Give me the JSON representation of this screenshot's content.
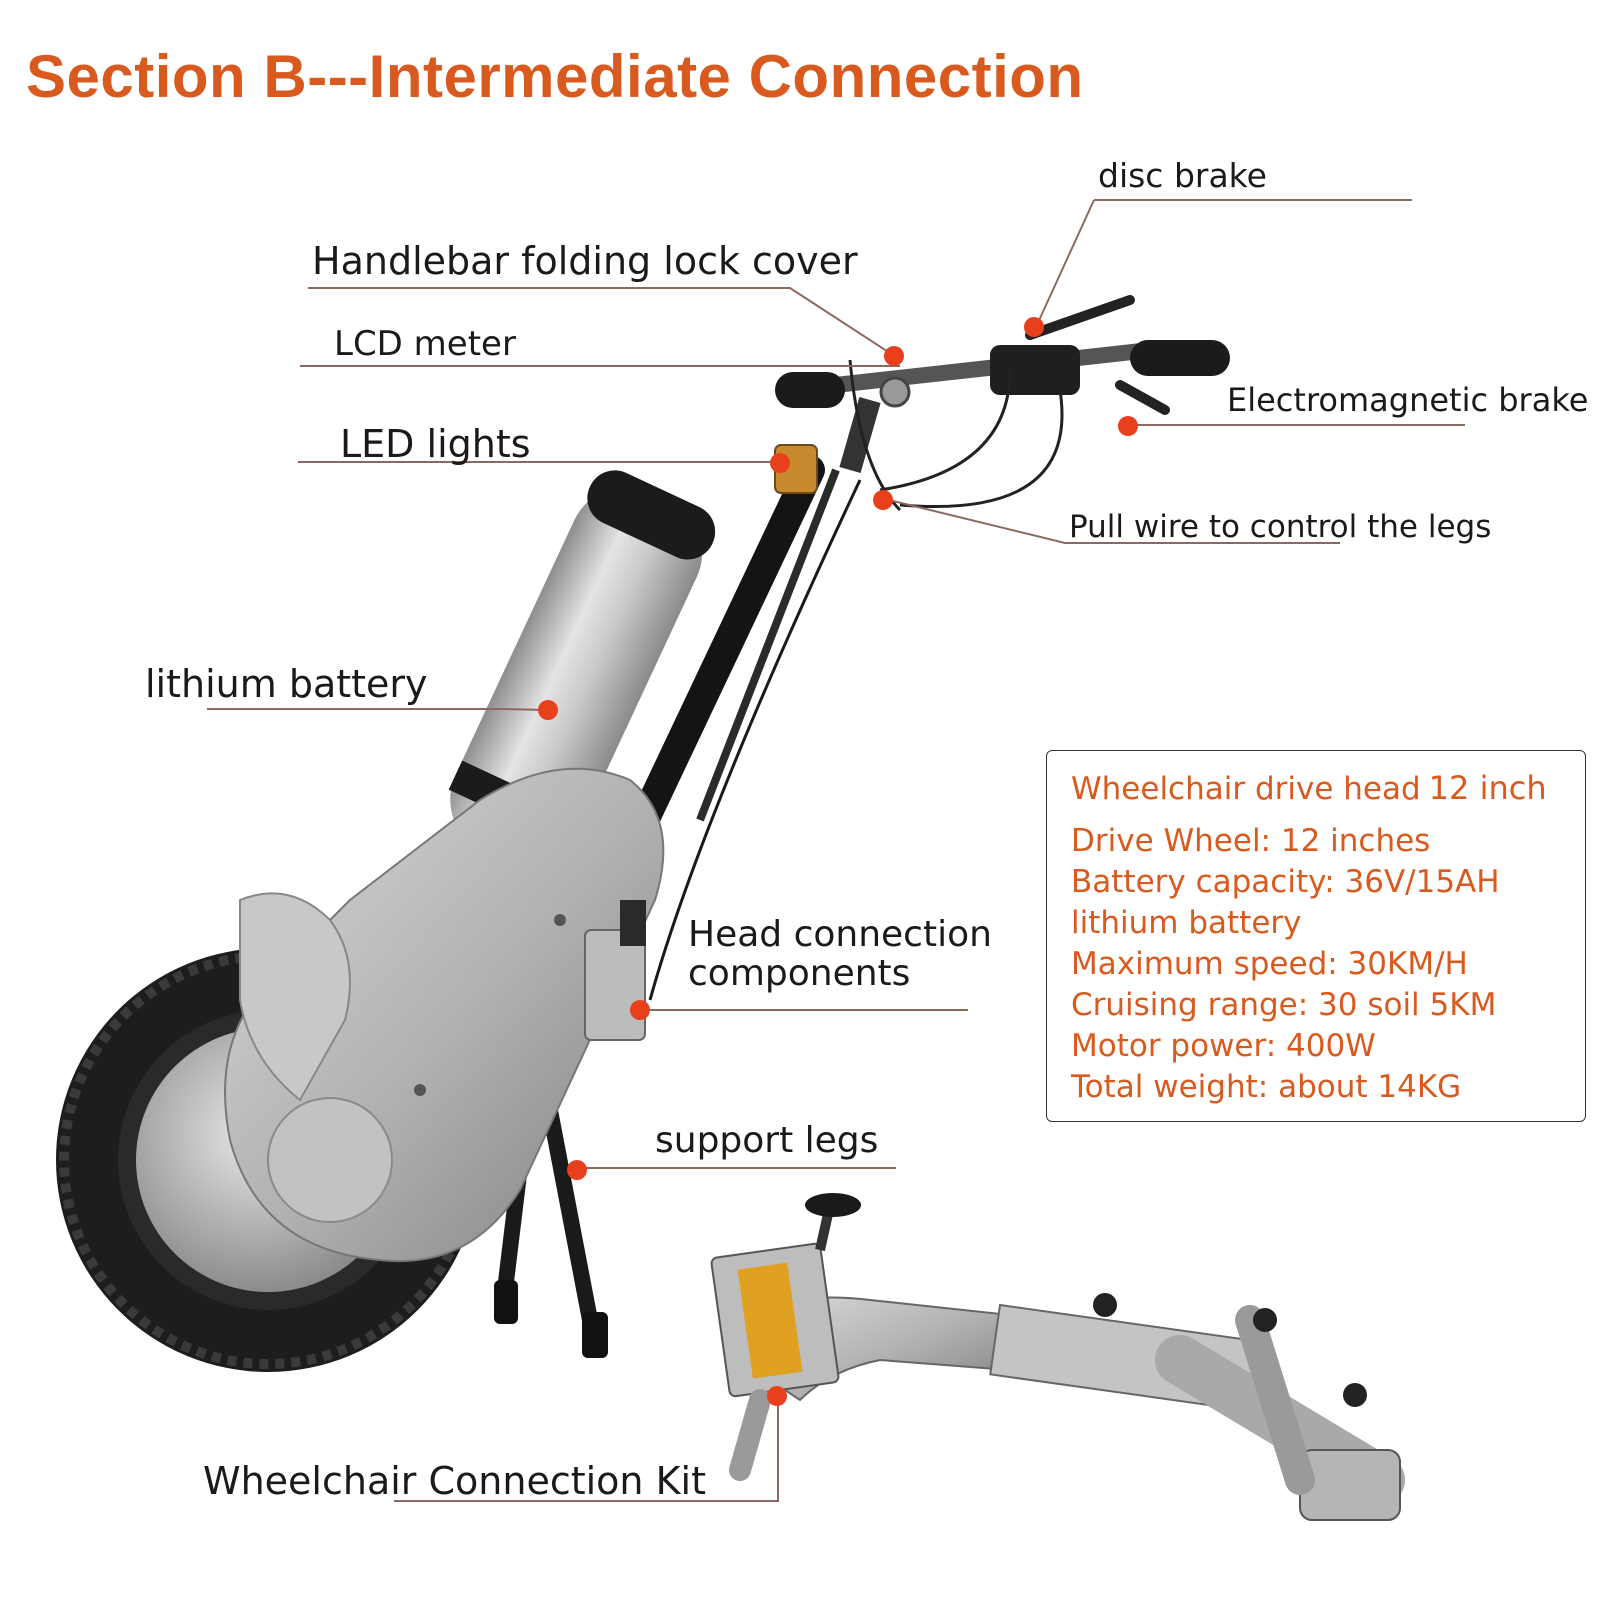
{
  "title": "Section B---Intermediate Connection",
  "callouts": [
    {
      "id": "disc-brake",
      "text": "disc brake"
    },
    {
      "id": "handlebar-lock",
      "text": "Handlebar folding lock cover"
    },
    {
      "id": "lcd-meter",
      "text": "LCD meter"
    },
    {
      "id": "em-brake",
      "text": "Electromagnetic brake"
    },
    {
      "id": "led-lights",
      "text": "LED lights"
    },
    {
      "id": "pull-wire",
      "text": "Pull wire to control the legs"
    },
    {
      "id": "lithium-battery",
      "text": "lithium battery"
    },
    {
      "id": "head-connection",
      "text": "Head connection\ncomponents"
    },
    {
      "id": "support-legs",
      "text": "support legs"
    },
    {
      "id": "connection-kit",
      "text": "Wheelchair Connection Kit"
    }
  ],
  "specs": {
    "heading": "Wheelchair drive head",
    "size": "12 inch",
    "lines": [
      "Drive Wheel: 12 inches",
      "Battery capacity: 36V/15AH",
      "lithium battery",
      "Maximum speed: 30KM/H",
      "Cruising range: 30 soil 5KM",
      "Motor power: 400W",
      "Total weight: about 14KG"
    ]
  },
  "colors": {
    "accent": "#d95a1e",
    "marker": "#e8401c",
    "leader": "#8a6a5e"
  }
}
